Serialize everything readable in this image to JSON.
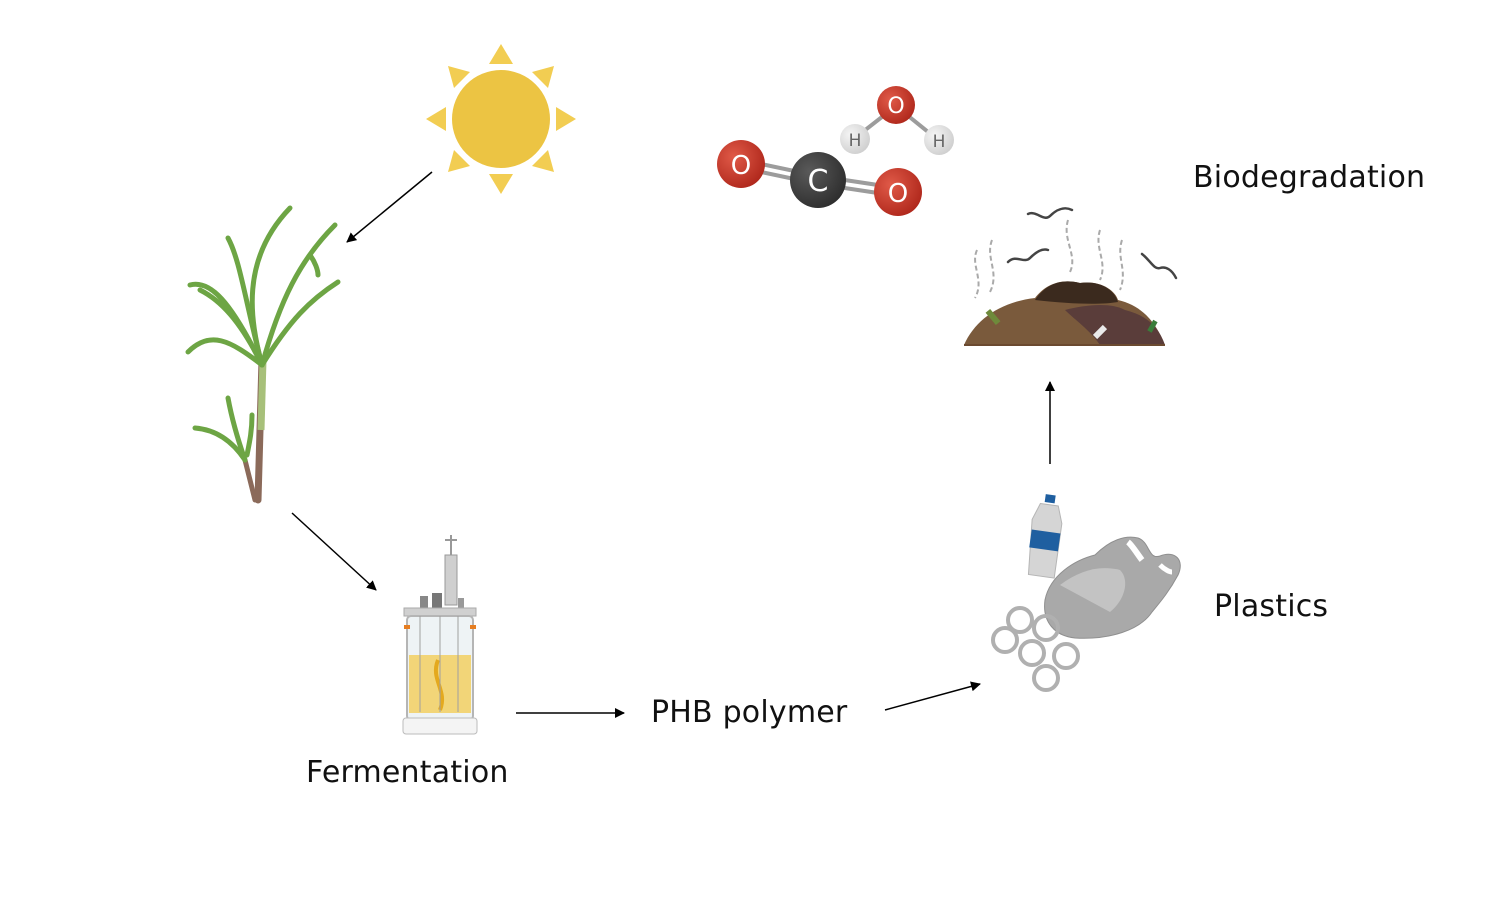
{
  "diagram": {
    "type": "cycle",
    "description": "PHB bioplastic life cycle",
    "nodes": [
      {
        "id": "sun",
        "icon": "sun-icon",
        "label": ""
      },
      {
        "id": "sugarcane",
        "icon": "sugarcane-plant-icon",
        "label": ""
      },
      {
        "id": "fermentation",
        "icon": "bioreactor-icon",
        "label": "Fermentation"
      },
      {
        "id": "phb",
        "icon": "",
        "label": "PHB polymer"
      },
      {
        "id": "plastics",
        "icon": "plastics-waste-icon",
        "label": "Plastics"
      },
      {
        "id": "biodegradation",
        "icon": "compost-pile-icon",
        "label": "Biodegradation"
      },
      {
        "id": "molecules",
        "icon": "co2-h2o-molecules-icon",
        "label": ""
      }
    ],
    "edges": [
      {
        "from": "sun",
        "to": "sugarcane"
      },
      {
        "from": "sugarcane",
        "to": "fermentation"
      },
      {
        "from": "fermentation",
        "to": "phb"
      },
      {
        "from": "phb",
        "to": "plastics"
      },
      {
        "from": "plastics",
        "to": "biodegradation"
      }
    ],
    "molecule_atoms": {
      "co2": [
        "O",
        "C",
        "O"
      ],
      "h2o": [
        "H",
        "O",
        "H"
      ]
    },
    "colors": {
      "sun": "#ecc443",
      "sun_rays": "#f2cd52",
      "leaf": "#6da544",
      "stalk_top": "#9fbf6a",
      "stalk_bottom": "#8b6a5a",
      "oxygen": "#c0392b",
      "carbon": "#3f3f3f",
      "hydrogen": "#e4e4e4",
      "bottle_label": "#1f5fa0",
      "soil_dark": "#3b2a1e",
      "soil_mid": "#7a5a3c",
      "soil_purple": "#5a3d3a",
      "arrow": "#000000"
    }
  }
}
